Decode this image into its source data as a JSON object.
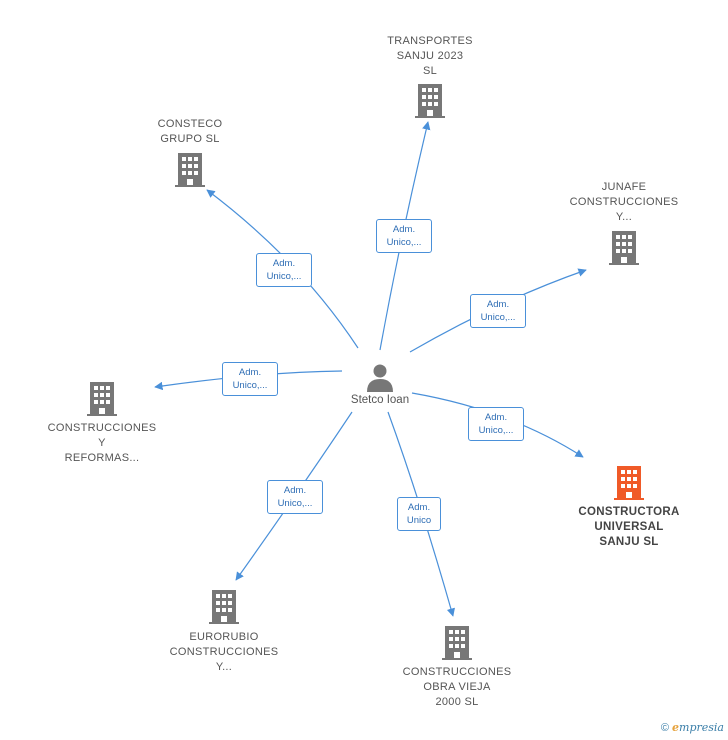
{
  "center": {
    "name": "Stetco Ioan",
    "icon": "person-icon"
  },
  "companies": [
    {
      "id": "transportes",
      "label": "TRANSPORTES\nSANJU 2023\nSL",
      "icon": "building-icon",
      "color": "#777777"
    },
    {
      "id": "consteco",
      "label": "CONSTECO\nGRUPO  SL",
      "icon": "building-icon",
      "color": "#777777"
    },
    {
      "id": "junafe",
      "label": "JUNAFE\nCONSTRUCCIONES\nY...",
      "icon": "building-icon",
      "color": "#777777"
    },
    {
      "id": "reformas",
      "label": "CONSTRUCCIONES\nY\nREFORMAS...",
      "icon": "building-icon",
      "color": "#777777"
    },
    {
      "id": "universal",
      "label": "CONSTRUCTORA\nUNIVERSAL\nSANJU  SL",
      "icon": "building-icon",
      "color": "#f05a28",
      "highlight": true
    },
    {
      "id": "eurorubio",
      "label": "EURORUBIO\nCONSTRUCCIONES\nY...",
      "icon": "building-icon",
      "color": "#777777"
    },
    {
      "id": "obravieja",
      "label": "CONSTRUCCIONES\nOBRA VIEJA\n2000  SL",
      "icon": "building-icon",
      "color": "#777777"
    }
  ],
  "relations": [
    {
      "to": "transportes",
      "label": "Adm.\nUnico,..."
    },
    {
      "to": "consteco",
      "label": "Adm.\nUnico,..."
    },
    {
      "to": "junafe",
      "label": "Adm.\nUnico,..."
    },
    {
      "to": "reformas",
      "label": "Adm.\nUnico,..."
    },
    {
      "to": "universal",
      "label": "Adm.\nUnico,..."
    },
    {
      "to": "eurorubio",
      "label": "Adm.\nUnico,..."
    },
    {
      "to": "obravieja",
      "label": "Adm.\nUnico"
    }
  ],
  "footer": {
    "copyright": "©",
    "brand_initial": "e",
    "brand_rest": "mpresia"
  },
  "colors": {
    "edge": "#4a90d9",
    "building": "#777777",
    "highlight": "#f05a28"
  }
}
